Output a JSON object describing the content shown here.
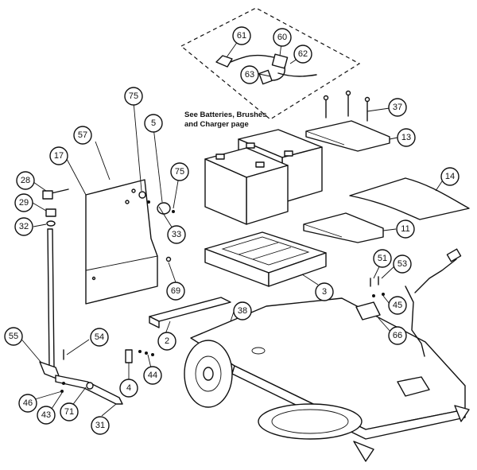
{
  "note_lines": [
    "See Batteries, Brushes",
    "and Charger page"
  ],
  "callouts": {
    "c61": "61",
    "c60": "60",
    "c62": "62",
    "c63": "63",
    "c75a": "75",
    "c5": "5",
    "c75b": "75",
    "c37": "37",
    "c13": "13",
    "c57": "57",
    "c17": "17",
    "c14": "14",
    "c28": "28",
    "c29": "29",
    "c33": "33",
    "c32": "32",
    "c11": "11",
    "c51": "51",
    "c53": "53",
    "c69": "69",
    "c3": "3",
    "c45": "45",
    "c38": "38",
    "c66": "66",
    "c55": "55",
    "c54": "54",
    "c2": "2",
    "c4": "4",
    "c44": "44",
    "c46": "46",
    "c71": "71",
    "c43": "43",
    "c31": "31"
  }
}
